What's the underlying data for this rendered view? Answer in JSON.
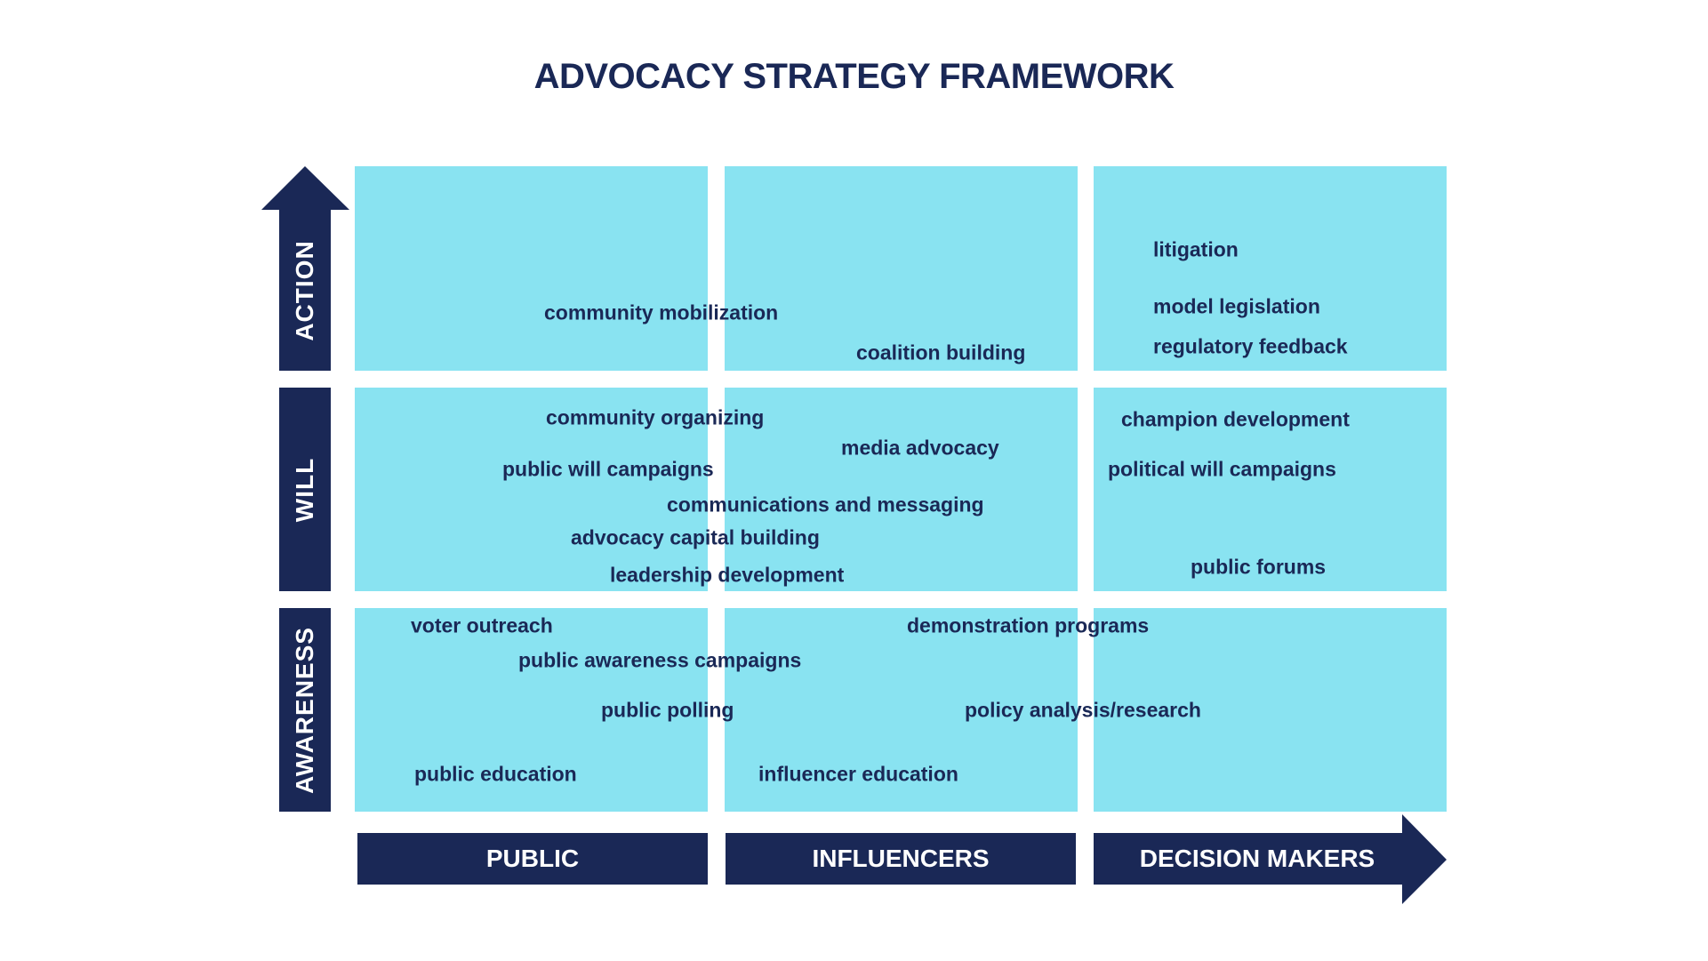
{
  "title": "ADVOCACY STRATEGY FRAMEWORK",
  "colors": {
    "navy": "#1a2856",
    "cell": "#89e3f1"
  },
  "y_axis": [
    "ACTION",
    "WILL",
    "AWARENESS"
  ],
  "x_axis": [
    "PUBLIC",
    "INFLUENCERS",
    "DECISION MAKERS"
  ],
  "strategies": [
    "community mobilization",
    "coalition building",
    "litigation",
    "model legislation",
    "regulatory feedback",
    "community organizing",
    "media advocacy",
    "public will campaigns",
    "communications and messaging",
    "advocacy capital building",
    "leadership development",
    "champion development",
    "political will campaigns",
    "public forums",
    "voter outreach",
    "demonstration programs",
    "public awareness campaigns",
    "public polling",
    "policy analysis/research",
    "public education",
    "influencer education"
  ]
}
